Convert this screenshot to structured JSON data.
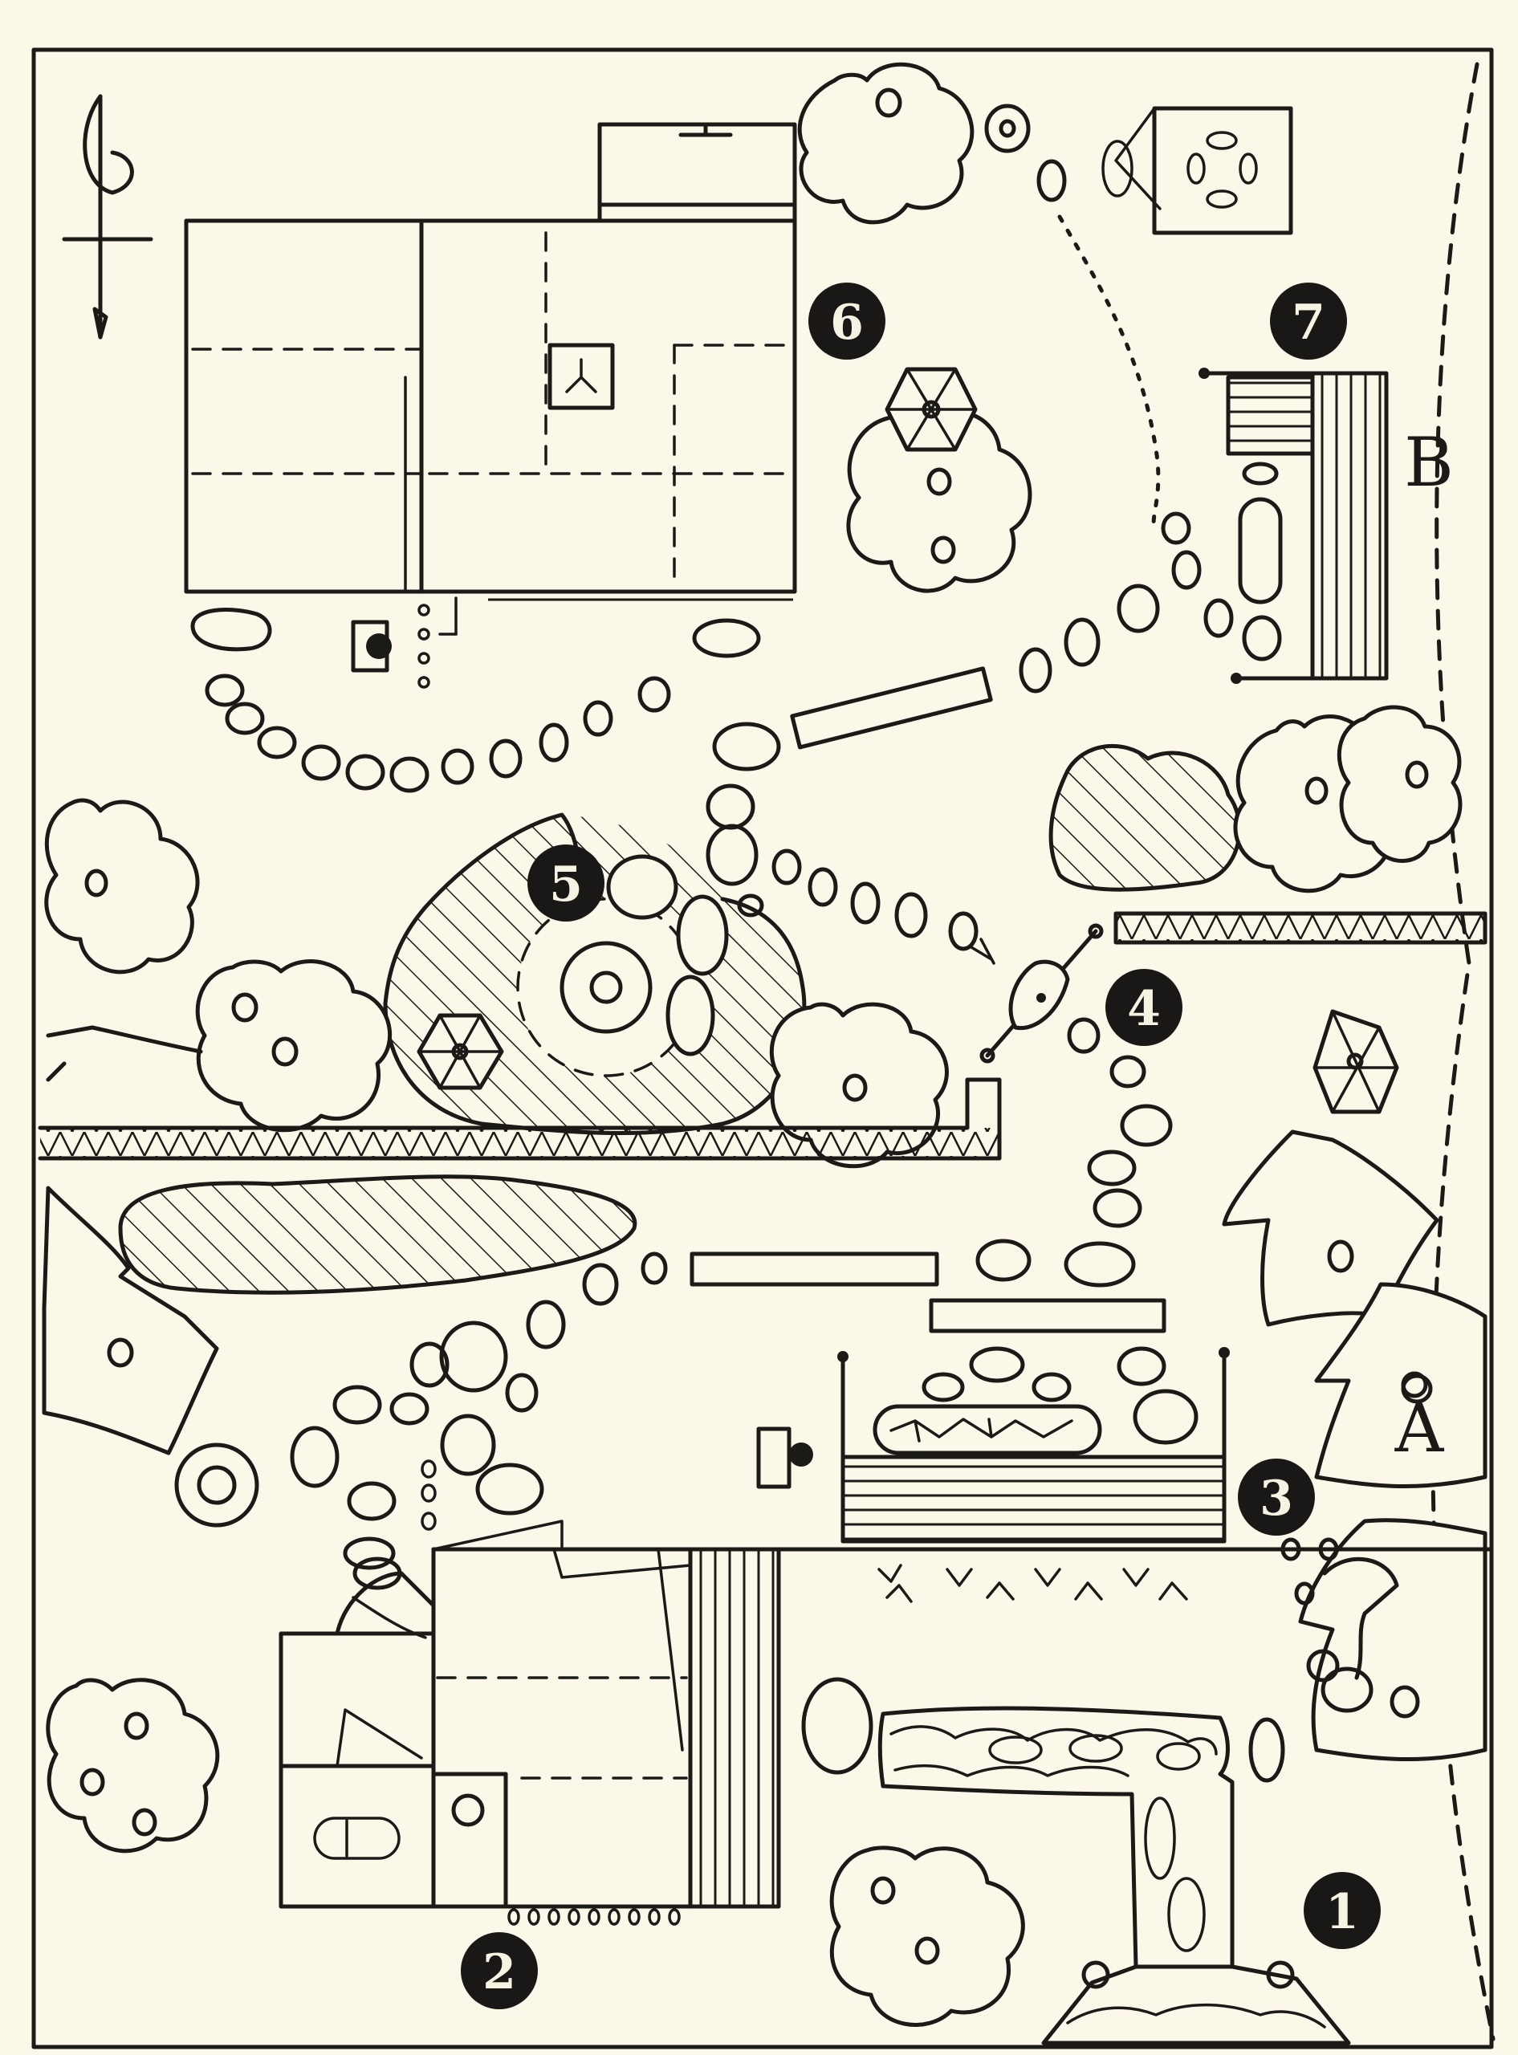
{
  "markers": {
    "m1": "1",
    "m2": "2",
    "m3": "3",
    "m4": "4",
    "m5": "5",
    "m6": "6",
    "m7": "7"
  },
  "letters": {
    "a": "A",
    "b": "B"
  },
  "colors": {
    "ink": "#1c1a17",
    "paper": "#fbf8ea"
  },
  "icons": {
    "north_arrow": "north-arrow-icon",
    "lantern": "stone-lantern-icon",
    "basin": "water-basin-icon"
  }
}
